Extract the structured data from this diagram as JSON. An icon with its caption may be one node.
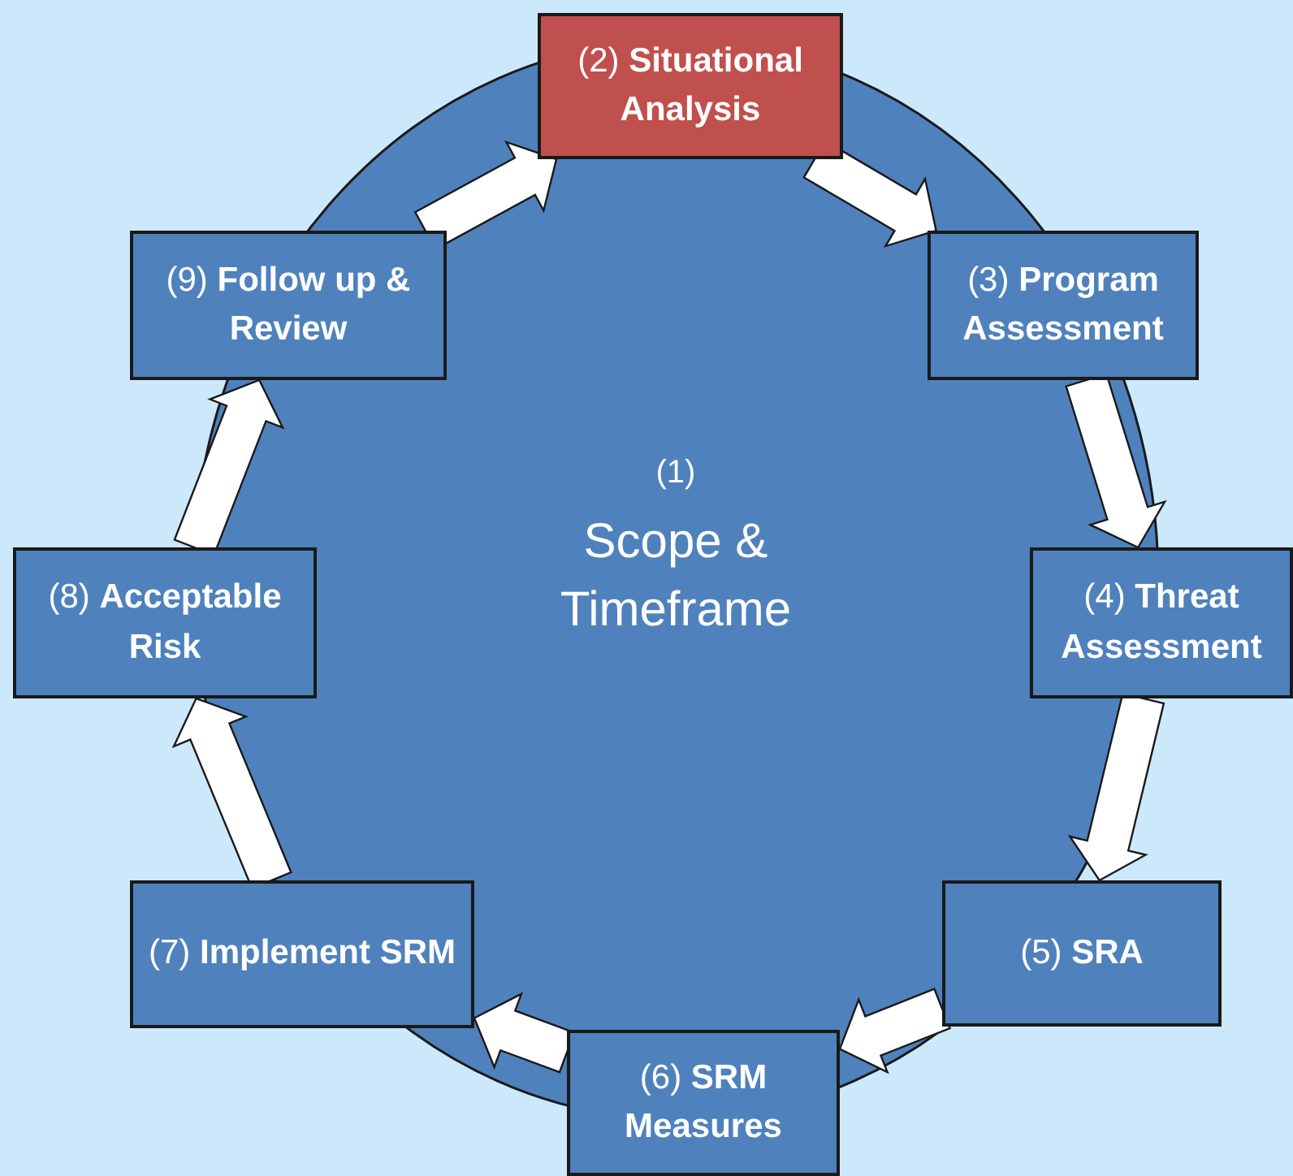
{
  "diagram": {
    "nodes": [
      {
        "text": [
          "(1)",
          "Scope & Timeframe"
        ]
      },
      {
        "text": [
          "(2) **Situational Analysis**"
        ]
      },
      {
        "text": [
          "(3) **Program Assessment**"
        ]
      },
      {
        "text": [
          "(4) **Threat Assessment**"
        ]
      },
      {
        "text": [
          "(5) **SRA**"
        ]
      },
      {
        "text": [
          "(6) **SRM Measures**"
        ]
      },
      {
        "text": [
          "(7) **Implement SRM**"
        ]
      },
      {
        "text": [
          "(8) **Acceptable Risk**"
        ]
      },
      {
        "text": [
          "(9) **Follow up & Review**"
        ]
      }
    ],
    "edges": [
      {
        "from": 1,
        "to": 2,
        "arrow": "to",
        "style": "thick"
      },
      {
        "from": 2,
        "to": 3,
        "arrow": "to",
        "style": "thick"
      },
      {
        "from": 3,
        "to": 4,
        "arrow": "to",
        "style": "thick"
      },
      {
        "from": 4,
        "to": 5,
        "arrow": "to",
        "style": "thick"
      },
      {
        "from": 5,
        "to": 6,
        "arrow": "to",
        "style": "thick"
      },
      {
        "from": 6,
        "to": 7,
        "arrow": "to",
        "style": "thick"
      },
      {
        "from": 7,
        "to": 8,
        "arrow": "to",
        "style": "thick"
      },
      {
        "from": 8,
        "to": 1,
        "arrow": "to",
        "style": "thick"
      }
    ]
  }
}
